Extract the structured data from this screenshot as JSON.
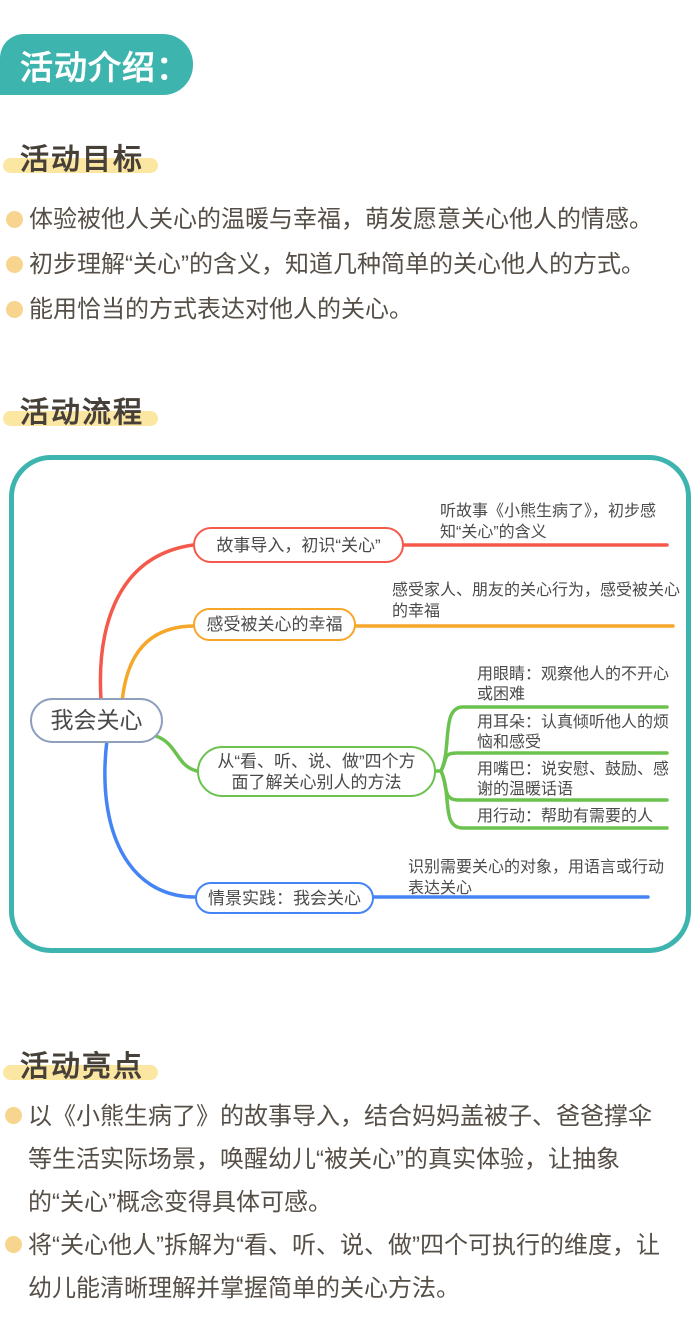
{
  "badge": {
    "label": "活动介绍："
  },
  "goals": {
    "heading": "活动目标",
    "items": [
      "体验被他人关心的温暖与幸福，萌发愿意关心他人的情感。",
      "初步理解“关心”的含义，知道几种简单的关心他人的方式。",
      "能用恰当的方式表达对他人的关心。"
    ]
  },
  "process": {
    "heading": "活动流程",
    "mindmap": {
      "root": "我会关心",
      "branches": [
        {
          "label": "故事导入，初识“关心”",
          "note": "听故事《小熊生病了》，初步感知“关心”的含义",
          "color": "#f4594b"
        },
        {
          "label": "感受被关心的幸福",
          "note": "感受家人、朋友的关心行为，感受被关心的幸福",
          "color": "#f6a628"
        },
        {
          "label": "从“看、听、说、做”四个方面了解关心别人的方法",
          "color": "#6cc24f",
          "children": [
            "用眼睛：观察他人的不开心或困难",
            "用耳朵：认真倾听他人的烦恼和感受",
            "用嘴巴：说安慰、鼓励、感谢的温暖话语",
            "用行动：帮助有需要的人"
          ]
        },
        {
          "label": "情景实践：我会关心",
          "note": "识别需要关心的对象，用语言或行动表达关心",
          "color": "#4584f4"
        }
      ]
    }
  },
  "highlights": {
    "heading": "活动亮点",
    "items": [
      "以《小熊生病了》的故事导入，结合妈妈盖被子、爸爸撑伞等生活实际场景，唤醒幼儿“被关心”的真实体验，让抽象的“关心”概念变得具体可感。",
      "将“关心他人”拆解为“看、听、说、做”四个可执行的维度，让幼儿能清晰理解并掌握简单的关心方法。"
    ]
  },
  "colors": {
    "badge_bg": "#3db4ae",
    "heading_highlight": "#fce7a2",
    "bullet": "#f8d58e",
    "body_text": "#564f47",
    "map_container_border": "#3db4ae",
    "root_border": "#8fa0bd",
    "branch_red": "#f4594b",
    "branch_orange": "#f6a628",
    "branch_green": "#6cc24f",
    "branch_blue": "#4584f4"
  }
}
